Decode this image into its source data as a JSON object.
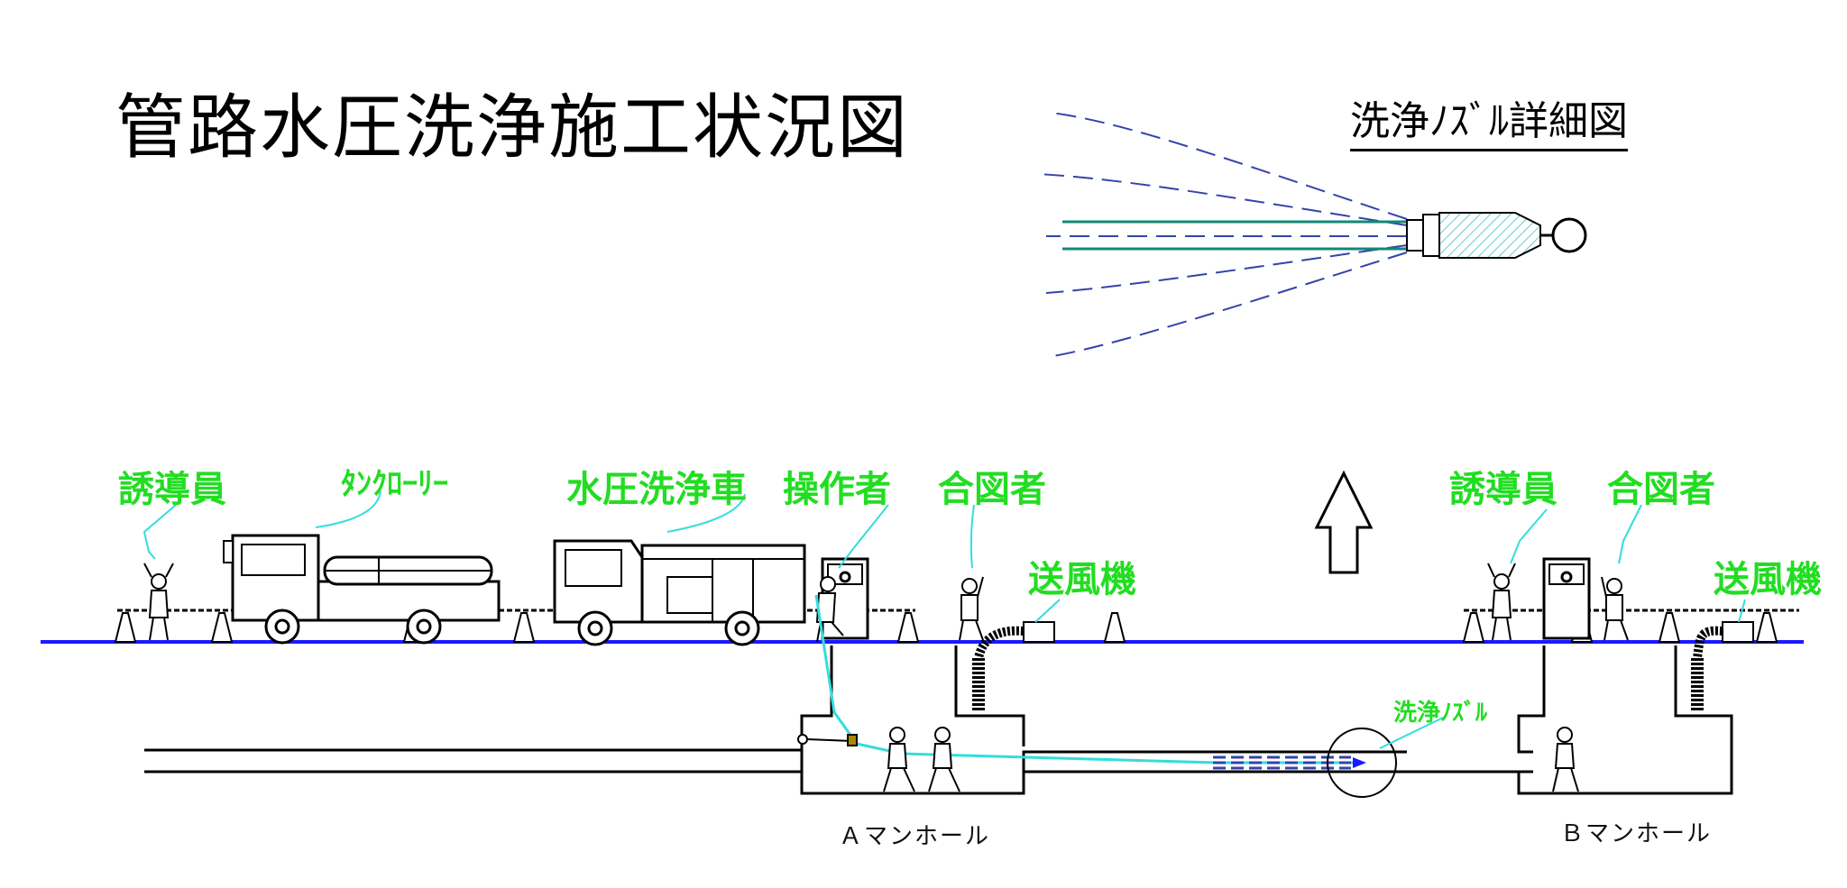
{
  "title": "管路水圧洗浄施工状況図",
  "detail_title": "洗浄ﾉｽﾞﾙ詳細図",
  "labels": {
    "guide_a": "誘導員",
    "tank_lorry": "ﾀﾝｸﾛｰﾘｰ",
    "washer_truck": "水圧洗浄車",
    "operator": "操作者",
    "signaler_a": "合図者",
    "blower_a": "送風機",
    "guide_b": "誘導員",
    "signaler_b": "合図者",
    "blower_b": "送風機",
    "nozzle": "洗浄ﾉｽﾞﾙ"
  },
  "manholes": {
    "a": "Ａマンホール",
    "b": "Ｂマンホール"
  },
  "colors": {
    "label_green": "#22dd22",
    "hose_cyan": "#33dddd",
    "ground_blue": "#1a1aff",
    "spray_dash": "#3344aa",
    "nozzle_teal": "#118877"
  },
  "icons": [
    "arrow-up-icon",
    "traffic-cone-icon",
    "worker-icon",
    "truck-icon",
    "blower-icon"
  ]
}
